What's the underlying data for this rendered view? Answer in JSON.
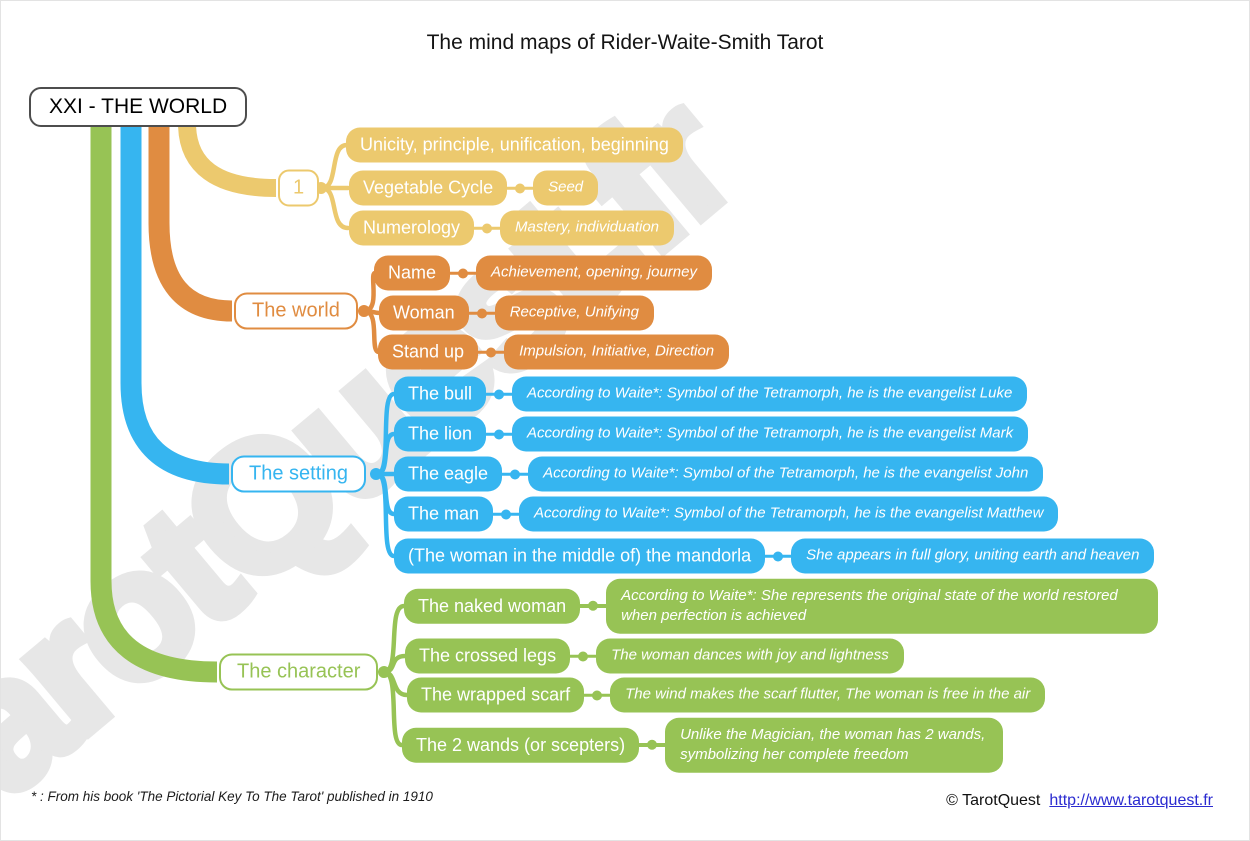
{
  "title": "The mind maps of Rider-Waite-Smith Tarot",
  "root": {
    "label": "XXI - THE WORLD"
  },
  "watermark": "TarotQuest.fr",
  "branches": [
    {
      "label": "1",
      "color": "#ECC96E",
      "children": [
        {
          "label": "Unicity, principle, unification, beginning",
          "annotation": ""
        },
        {
          "label": "Vegetable Cycle",
          "annotation": "Seed"
        },
        {
          "label": "Numerology",
          "annotation": "Mastery, individuation"
        }
      ]
    },
    {
      "label": "The world",
      "color": "#E08C41",
      "children": [
        {
          "label": "Name",
          "annotation": "Achievement, opening, journey"
        },
        {
          "label": "Woman",
          "annotation": "Receptive, Unifying"
        },
        {
          "label": "Stand up",
          "annotation": "Impulsion, Initiative, Direction"
        }
      ]
    },
    {
      "label": "The setting",
      "color": "#36B5F0",
      "children": [
        {
          "label": "The bull",
          "annotation": "According to Waite*: Symbol of the Tetramorph, he is the evangelist Luke"
        },
        {
          "label": "The lion",
          "annotation": "According to Waite*: Symbol of the Tetramorph, he is the evangelist Mark"
        },
        {
          "label": "The eagle",
          "annotation": "According to Waite*: Symbol of the Tetramorph, he is the evangelist John"
        },
        {
          "label": "The man",
          "annotation": "According to Waite*: Symbol of the Tetramorph, he is the evangelist Matthew"
        },
        {
          "label": "(The woman in the middle of) the mandorla",
          "annotation": "She appears in full glory, uniting earth and heaven"
        }
      ]
    },
    {
      "label": "The character",
      "color": "#97C355",
      "children": [
        {
          "label": "The naked woman",
          "annotation": "According to Waite*: She represents the original state of the world restored when perfection is achieved"
        },
        {
          "label": "The crossed legs",
          "annotation": "The woman dances with joy and lightness"
        },
        {
          "label": "The wrapped scarf",
          "annotation": "The wind makes the scarf flutter, The woman is free in the air"
        },
        {
          "label": "The 2 wands (or scepters)",
          "annotation": "Unlike the Magician, the woman has 2 wands, symbolizing her complete freedom"
        }
      ]
    }
  ],
  "footnote": "* : From his book 'The Pictorial Key To The Tarot' published in 1910",
  "copyright": {
    "text": "© TarotQuest",
    "link": "http://www.tarotquest.fr"
  }
}
